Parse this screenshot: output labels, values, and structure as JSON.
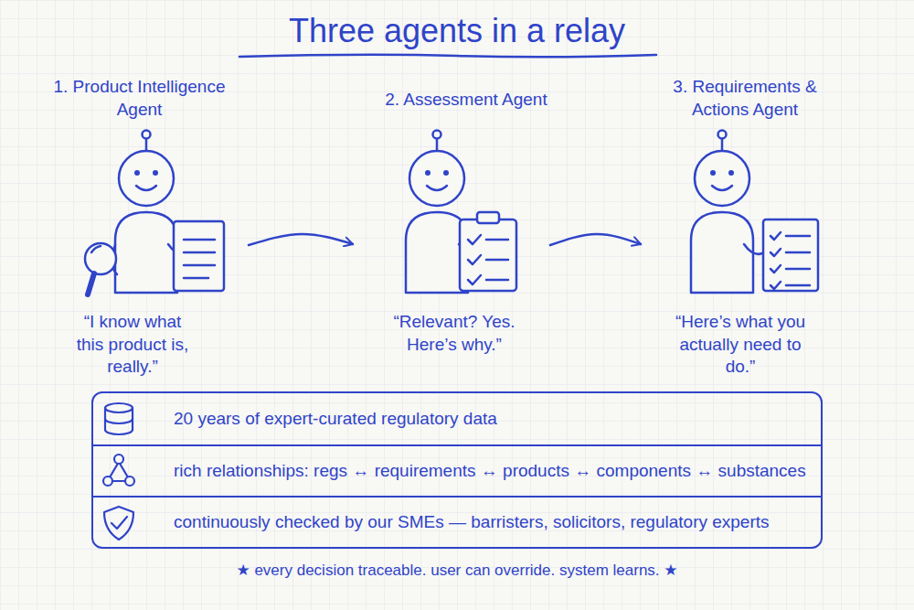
{
  "diagram": {
    "title": "Three agents in a relay",
    "nodes": [
      {
        "text": [
          "1. Product Intelligence Agent",
          "“I know what this product is, really.”"
        ]
      },
      {
        "text": [
          "2. Assessment Agent",
          "“Relevant? Yes. Here’s why.”"
        ]
      },
      {
        "text": [
          "3. Requirements & Actions Agent",
          "“Here’s what you actually need to do.”"
        ]
      },
      {
        "text": [
          "20 years of expert-curated regulatory data"
        ]
      },
      {
        "text": [
          "rich relationships: regs ↔ requirements ↔ products ↔ components ↔ substances"
        ]
      },
      {
        "text": [
          "continuously checked by our SMEs — barristers, solicitors, regulatory experts"
        ]
      }
    ],
    "edges": [
      {
        "from": 0,
        "to": 1,
        "arrow": "to"
      },
      {
        "from": 1,
        "to": 2,
        "arrow": "to"
      }
    ],
    "labels": [
      "★ every decision traceable. user can override. system learns. ★"
    ]
  }
}
